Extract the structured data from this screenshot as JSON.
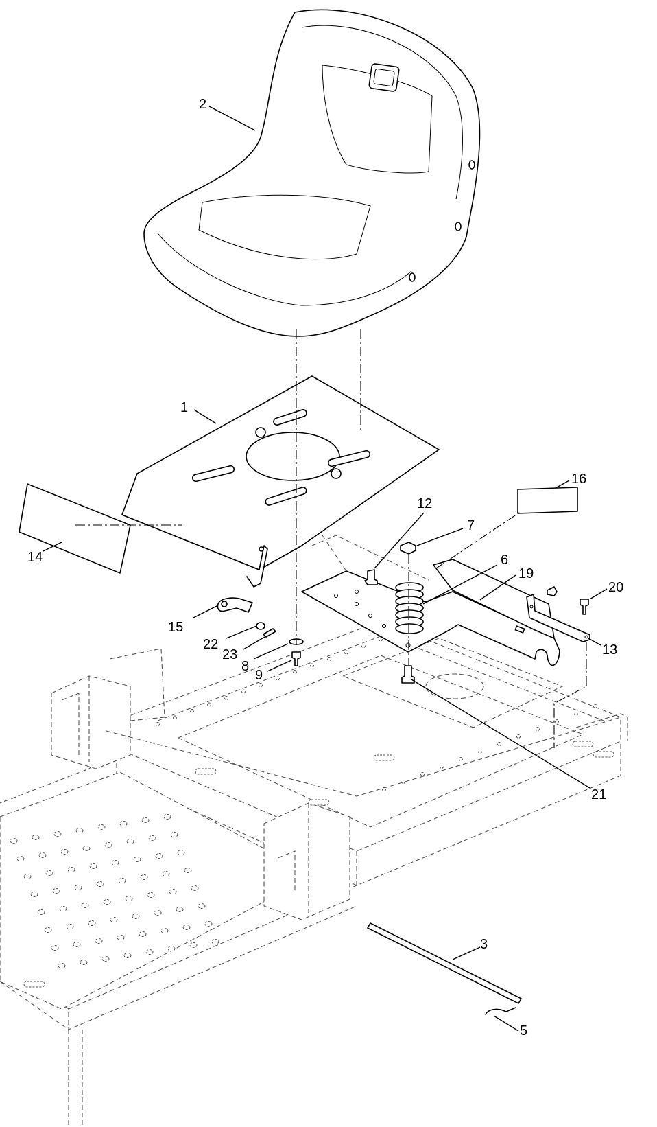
{
  "callouts": [
    "1",
    "2",
    "3",
    "5",
    "6",
    "7",
    "8",
    "9",
    "12",
    "13",
    "14",
    "15",
    "16",
    "19",
    "20",
    "21",
    "22",
    "23"
  ]
}
